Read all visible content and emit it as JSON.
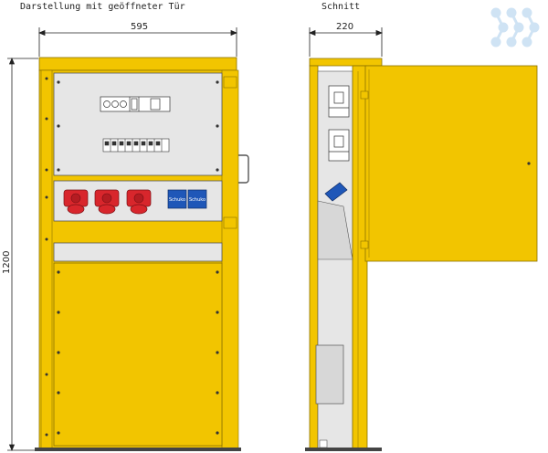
{
  "labels": {
    "front_view": "Darstellung mit geöffneter Tür",
    "section_view": "Schnitt"
  },
  "dimensions": {
    "front_width": "595",
    "section_width": "220",
    "height": "1200"
  },
  "sockets": {
    "schuko_1": "Schuko",
    "schuko_2": "Schuko"
  },
  "colors": {
    "housing_yellow": "#f2c500",
    "housing_edge": "#8a7000",
    "panel_grey": "#e6e6e6",
    "cee_red": "#d8262c",
    "schuko_blue": "#1f57b8",
    "watermark_blue": "#cfe3f4"
  },
  "icons": [
    "watermark-logo-icon"
  ]
}
